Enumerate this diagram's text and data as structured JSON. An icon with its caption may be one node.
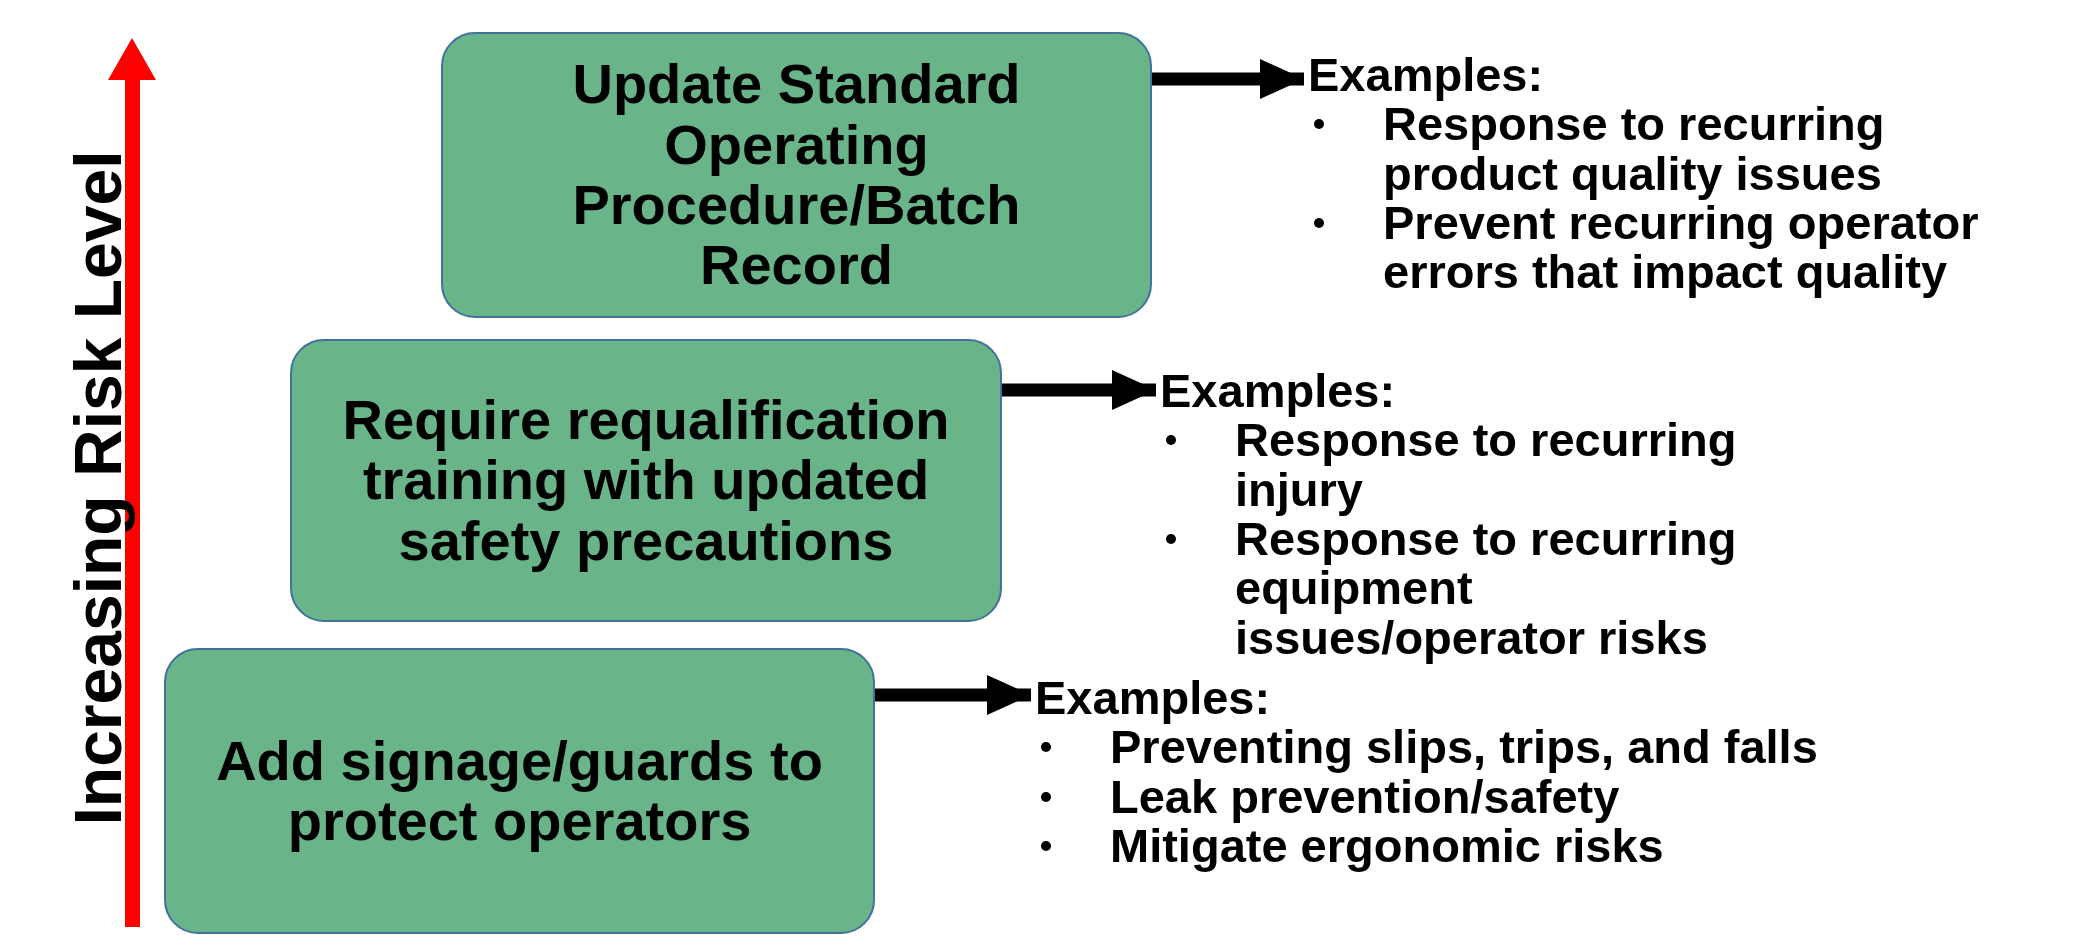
{
  "diagram": {
    "nodes": [
      {
        "text": [
          "Update Standard Operating Procedure/Batch Record"
        ]
      },
      {
        "text": [
          "Require requalification training with updated safety precautions"
        ]
      },
      {
        "text": [
          "Add signage/guards to protect operators"
        ]
      },
      {
        "text": [
          "Examples:",
          "Response to recurring product quality issues",
          "Prevent recurring operator errors that impact quality"
        ]
      },
      {
        "text": [
          "Examples:",
          "Response to recurring injury",
          "Response to recurring equipment issues/operator risks"
        ]
      },
      {
        "text": [
          "Examples:",
          "Preventing slips, trips, and falls",
          "Leak prevention/safety",
          "Mitigate ergonomic risks"
        ]
      }
    ],
    "edges": [
      {
        "from": 0,
        "to": 3,
        "arrow": "to"
      },
      {
        "from": 1,
        "to": 4,
        "arrow": "to"
      },
      {
        "from": 2,
        "to": 5,
        "arrow": "to"
      }
    ],
    "labels": [
      "Increasing Risk Level"
    ]
  }
}
